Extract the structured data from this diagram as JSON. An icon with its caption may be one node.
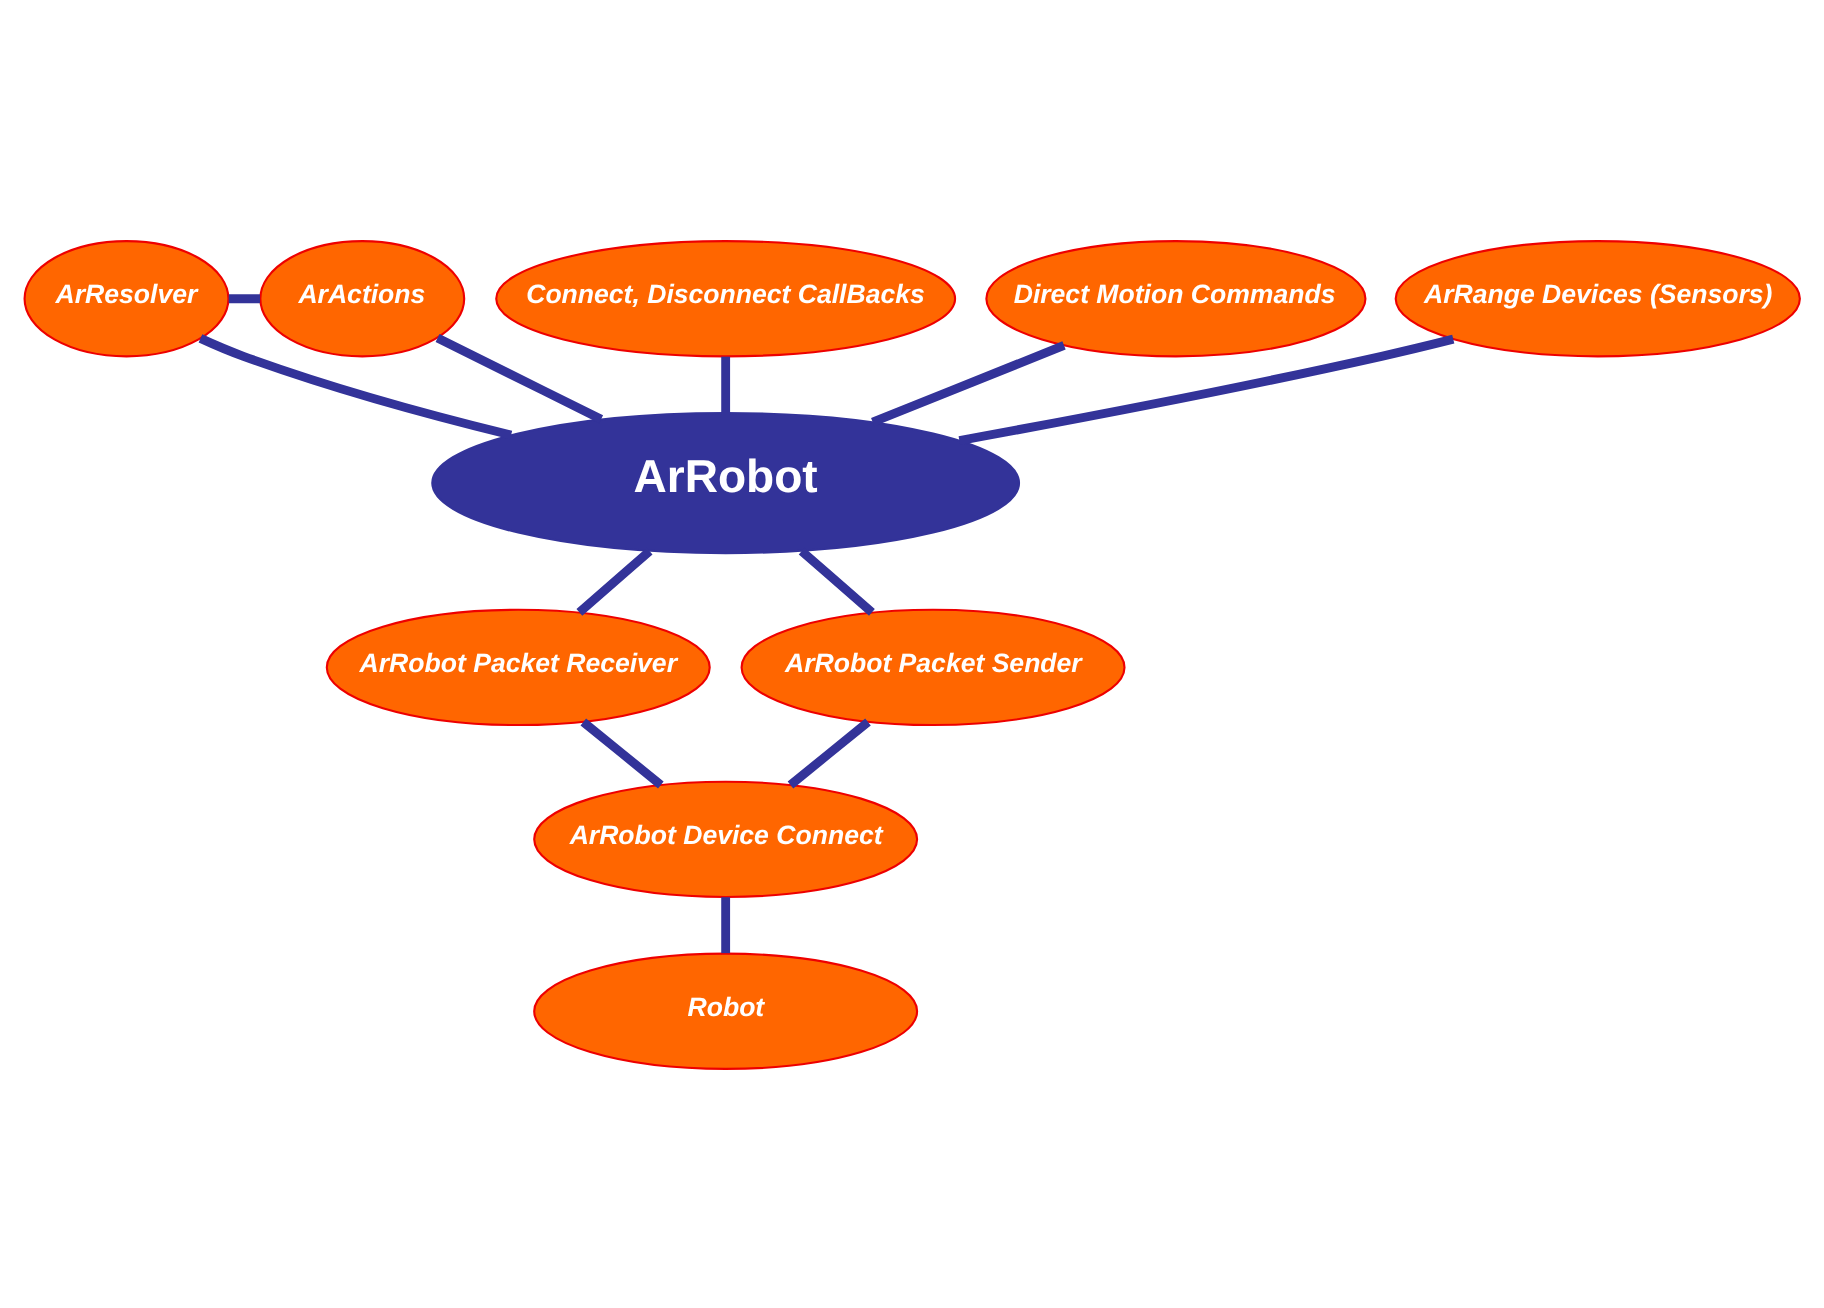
{
  "diagram": {
    "nodes": [
      {
        "text": [
          "ArResolver"
        ]
      },
      {
        "text": [
          "ArActions"
        ]
      },
      {
        "text": [
          "Connect, Disconnect CallBacks"
        ]
      },
      {
        "text": [
          "Direct Motion Commands"
        ]
      },
      {
        "text": [
          "ArRange Devices (Sensors)"
        ]
      },
      {
        "text": [
          "ArRobot"
        ]
      },
      {
        "text": [
          "ArRobot Packet Receiver"
        ]
      },
      {
        "text": [
          "ArRobot Packet Sender"
        ]
      },
      {
        "text": [
          "ArRobot Device Connect"
        ]
      },
      {
        "text": [
          "Robot"
        ]
      }
    ],
    "edges": [
      {
        "from": 0,
        "to": 1,
        "arrow": "none"
      },
      {
        "from": 0,
        "to": 5,
        "arrow": "none"
      },
      {
        "from": 1,
        "to": 5,
        "arrow": "none"
      },
      {
        "from": 2,
        "to": 5,
        "arrow": "none"
      },
      {
        "from": 3,
        "to": 5,
        "arrow": "none"
      },
      {
        "from": 4,
        "to": 5,
        "arrow": "none"
      },
      {
        "from": 5,
        "to": 6,
        "arrow": "none"
      },
      {
        "from": 5,
        "to": 7,
        "arrow": "none"
      },
      {
        "from": 6,
        "to": 8,
        "arrow": "none"
      },
      {
        "from": 7,
        "to": 8,
        "arrow": "none"
      },
      {
        "from": 8,
        "to": 9,
        "arrow": "none"
      }
    ]
  }
}
